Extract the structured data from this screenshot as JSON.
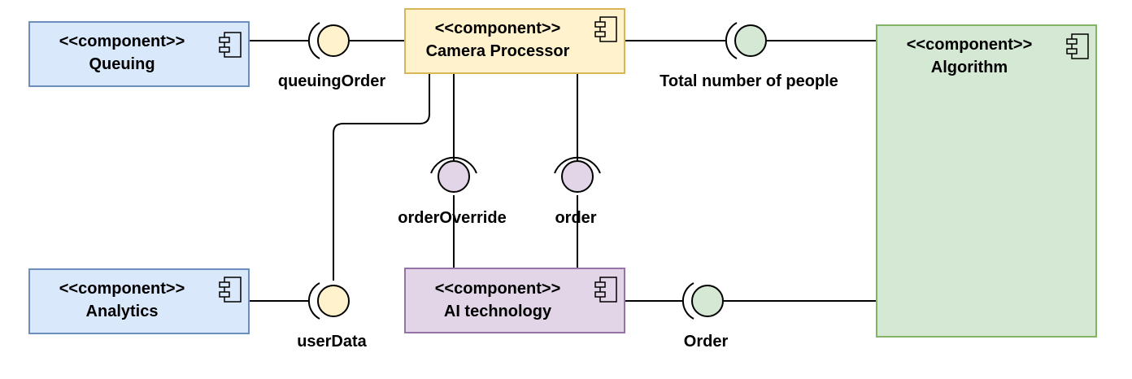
{
  "colors": {
    "blue_fill": "#dae8fc",
    "blue_stroke": "#6c8ebf",
    "yellow_fill": "#fff2cc",
    "yellow_stroke": "#d6b656",
    "purple_fill": "#e1d5e7",
    "purple_stroke": "#9673a6",
    "green_fill": "#d5e8d4",
    "green_stroke": "#82b366",
    "line": "#000000"
  },
  "components": [
    {
      "id": "queuing",
      "stereotype": "<<component>>",
      "name": "Queuing"
    },
    {
      "id": "camera",
      "stereotype": "<<component>>",
      "name": "Camera Processor"
    },
    {
      "id": "algorithm",
      "stereotype": "<<component>>",
      "name": "Algorithm"
    },
    {
      "id": "analytics",
      "stereotype": "<<component>>",
      "name": "Analytics"
    },
    {
      "id": "ai",
      "stereotype": "<<component>>",
      "name": "AI technology"
    }
  ],
  "interfaces": [
    {
      "id": "queuingOrder",
      "label": "queuingOrder"
    },
    {
      "id": "total",
      "label": "Total number of people"
    },
    {
      "id": "orderOverride",
      "label": "orderOverride"
    },
    {
      "id": "order",
      "label": "order"
    },
    {
      "id": "userData",
      "label": "userData"
    },
    {
      "id": "Order",
      "label": "Order"
    }
  ]
}
